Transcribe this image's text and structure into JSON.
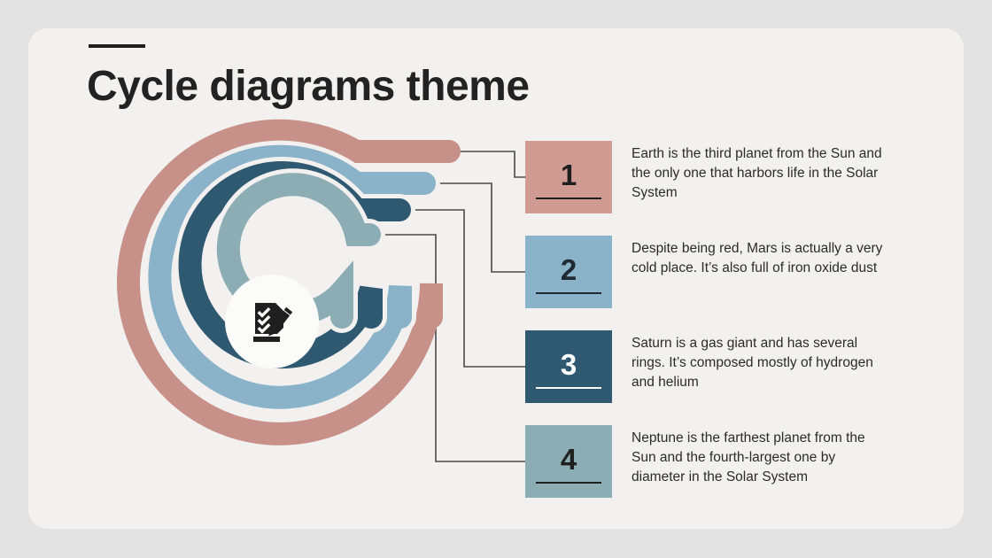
{
  "slide": {
    "title": "Cycle diagrams theme",
    "background_color": "#e3e3e3",
    "card_color": "#f2f1f0",
    "accent_bar_color": "#1f1f1f"
  },
  "center_icon": {
    "name": "checklist-clipboard-pencil-icon",
    "circle_color": "#fbfbfa",
    "glyph_color": "#1f1f1f"
  },
  "palette": {
    "rose": "#c79189",
    "light_blue": "#8ab2c8",
    "navy": "#2f5871",
    "sage": "#8dadb5",
    "connector_line": "#4a4a4a",
    "arc_gap": "#f2f1f0"
  },
  "items": [
    {
      "number": "1",
      "box_color": "#cf9b93",
      "number_color": "#1f1f1f",
      "rule_color": "#1f1f1f",
      "text": "Earth is the third planet from the Sun and the only one that harbors life in the Solar System"
    },
    {
      "number": "2",
      "box_color": "#8ab2c8",
      "number_color": "#1f2a33",
      "rule_color": "#1f2a33",
      "text": "Despite being red, Mars is actually a very  cold place. It’s also full of iron oxide dust"
    },
    {
      "number": "3",
      "box_color": "#2f5871",
      "number_color": "#ffffff",
      "rule_color": "#ffffff",
      "text": "Saturn is a gas giant and has several rings. It’s composed mostly of hydrogen and helium"
    },
    {
      "number": "4",
      "box_color": "#8dadb5",
      "number_color": "#1f1f1f",
      "rule_color": "#1f1f1f",
      "text": "Neptune is the farthest planet from the Sun and the fourth-largest one by diameter in the Solar System"
    }
  ]
}
